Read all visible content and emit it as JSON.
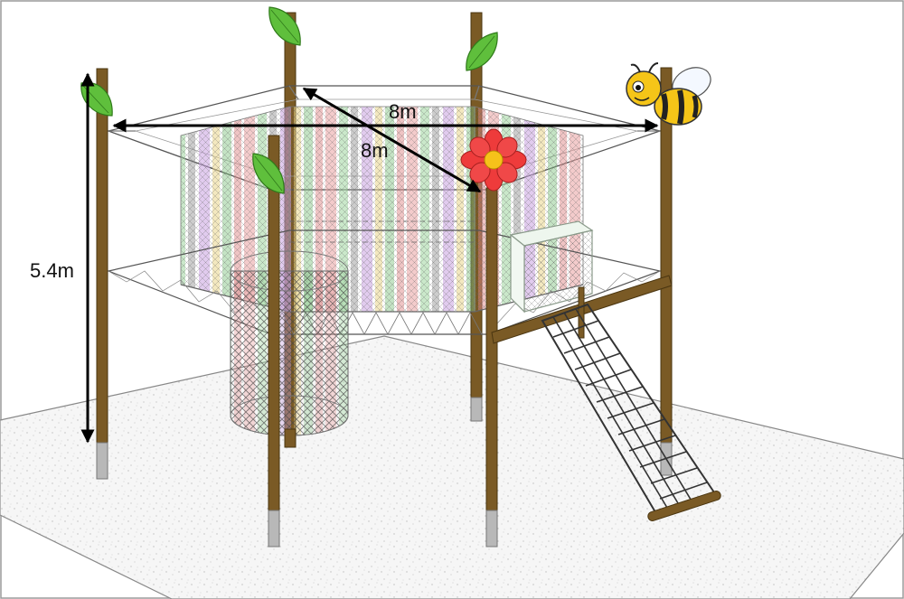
{
  "dimensions": {
    "width_label": "8m",
    "diagonal_label": "8m",
    "height_label": "5.4m"
  },
  "decorations": {
    "leaf_icon": "leaf-icon",
    "flower_icon": "flower-icon",
    "bee_icon": "bee-icon"
  },
  "colors": {
    "pole": "#7a5a25",
    "pole_base": "#b8b8b8",
    "leaf": "#5fbf3c",
    "flower_petal": "#ee3b3b",
    "flower_center": "#f6c21a",
    "bee_body": "#f5c518",
    "net_stripes": [
      "#e07b7b",
      "#7bc47b",
      "#b07bd0",
      "#e0c060",
      "#9b9b9b"
    ]
  }
}
